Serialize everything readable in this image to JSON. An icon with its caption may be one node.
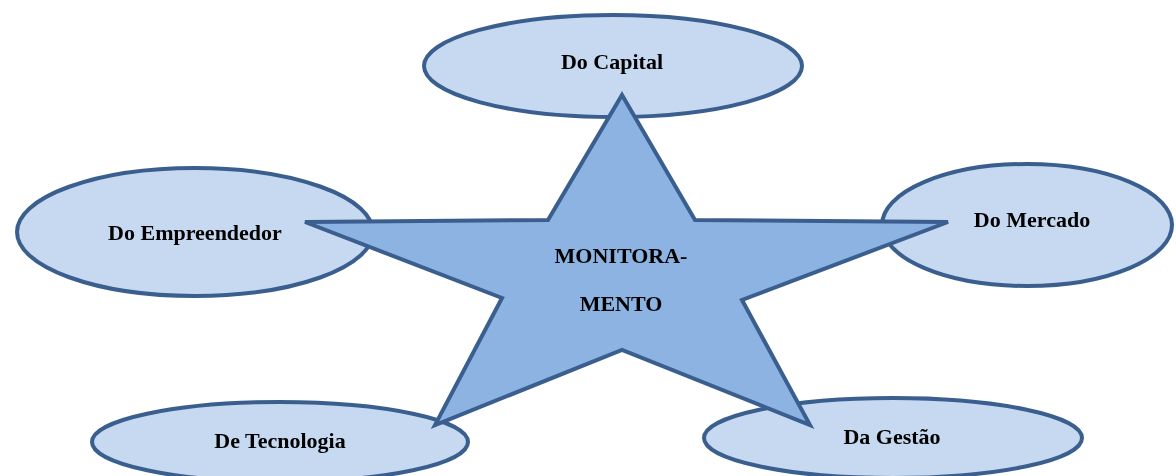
{
  "diagram": {
    "nodes": [
      {
        "text": [
          "Do Capital"
        ]
      },
      {
        "text": [
          "Do Empreendedor"
        ]
      },
      {
        "text": [
          "Do Mercado"
        ]
      },
      {
        "text": [
          "MONITORA- MENTO"
        ]
      },
      {
        "text": [
          "De Tecnologia"
        ]
      },
      {
        "text": [
          "Da Gestão"
        ]
      }
    ],
    "edges": []
  }
}
